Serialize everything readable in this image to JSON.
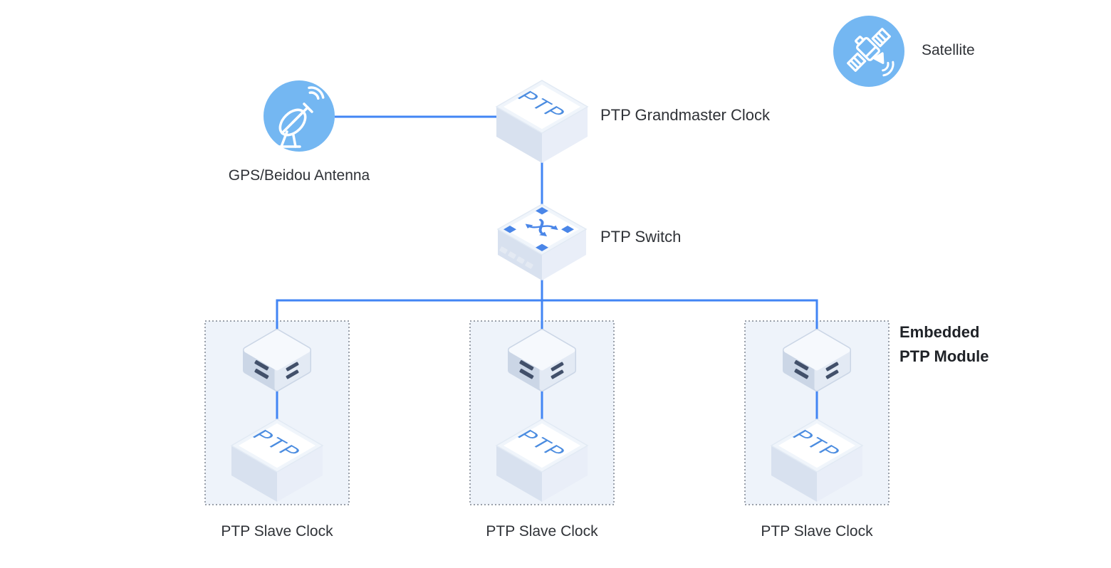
{
  "nodes": {
    "satellite": {
      "label": "Satellite",
      "icon": "satellite-icon"
    },
    "gps_antenna": {
      "label": "GPS/Beidou Antenna",
      "icon": "satellite-dish-icon"
    },
    "grandmaster": {
      "label": "PTP Grandmaster Clock",
      "box_text": "PTP"
    },
    "switch": {
      "label": "PTP Switch",
      "icon": "crossed-arrows-icon"
    },
    "slaves": [
      {
        "label": "PTP Slave Clock",
        "box_text": "PTP"
      },
      {
        "label": "PTP Slave Clock",
        "box_text": "PTP"
      },
      {
        "label": "PTP Slave Clock",
        "box_text": "PTP"
      }
    ],
    "embedded_module": {
      "label_line1": "Embedded",
      "label_line2": "PTP Module"
    }
  },
  "colors": {
    "connector": "#4285f4",
    "icon_circle": "#74b7f2",
    "box_text_blue": "#4b8ce0",
    "switch_icon_blue": "#4a86e8",
    "label_text": "#2f3237",
    "group_fill": "#eef3fa",
    "group_border": "#9aa0aa",
    "face_left": "#d8e1ef",
    "face_right": "#e9eef8",
    "module_bar": "#42506a"
  }
}
